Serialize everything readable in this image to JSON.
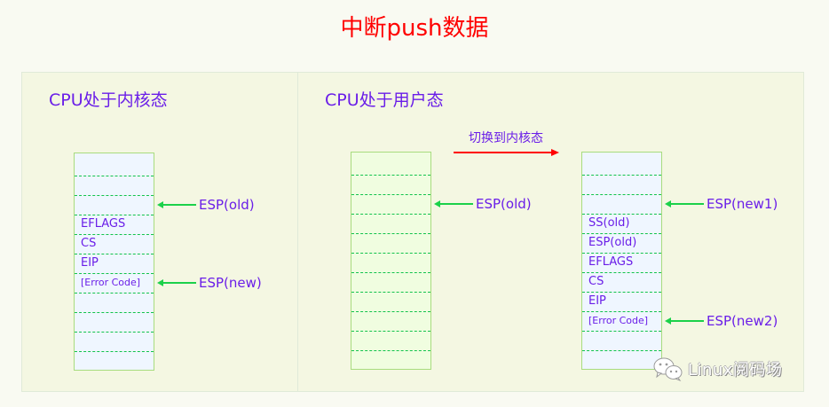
{
  "title": "中断push数据",
  "colors": {
    "title": "#ff0000",
    "text": "#6a1ee8",
    "pointer_arrow": "#1bd14a",
    "switch_arrow": "#ff0000",
    "row_divider": "#11c34b",
    "stack_border": "#a8dc7e",
    "panel_bg": "#f4f7e2"
  },
  "kernel_mode": {
    "heading": "CPU处于内核态",
    "stack": {
      "rows": [
        "",
        "",
        "",
        "EFLAGS",
        "CS",
        "EIP",
        "[Error Code]",
        "",
        "",
        "",
        ""
      ]
    },
    "pointers": [
      {
        "label": "ESP(old)",
        "row": 2
      },
      {
        "label": "ESP(new)",
        "row": 6
      }
    ]
  },
  "user_mode": {
    "heading": "CPU处于用户态",
    "switch_label": "切换到内核态",
    "user_stack": {
      "rows": [
        "",
        "",
        "",
        "",
        "",
        "",
        "",
        "",
        "",
        "",
        ""
      ]
    },
    "user_pointers": [
      {
        "label": "ESP(old)",
        "row": 2
      }
    ],
    "kernel_stack": {
      "rows": [
        "",
        "",
        "",
        "SS(old)",
        "ESP(old)",
        "EFLAGS",
        "CS",
        "EIP",
        "[Error Code]",
        "",
        ""
      ]
    },
    "kernel_pointers": [
      {
        "label": "ESP(new1)",
        "row": 2
      },
      {
        "label": "ESP(new2)",
        "row": 8
      }
    ]
  },
  "watermark": {
    "icon": "wechat-icon",
    "text": "Linux阅码场"
  }
}
